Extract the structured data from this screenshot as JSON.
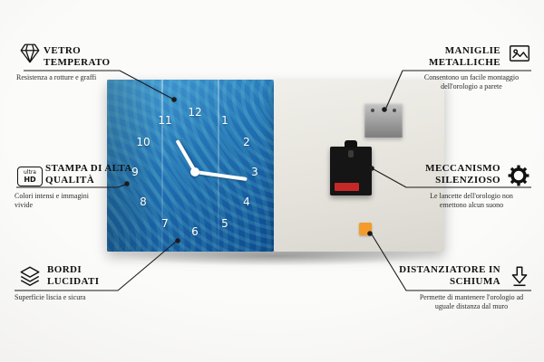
{
  "colors": {
    "clock_blue": "#2272b4",
    "clock_blue_dark": "#0d4a8e",
    "clock_teal_accent": "#35c8c0",
    "numeral_white": "#ffffff",
    "back_panel": "#e9e7e1",
    "metal_plate": "#8f8f8f",
    "mechanism_black": "#151515",
    "battery_red": "#c62828",
    "foam_orange": "#f39c2c",
    "connector_line": "#1b1b1b",
    "background": "#f4f3f1"
  },
  "product": {
    "clock": {
      "numerals": [
        "1",
        "2",
        "3",
        "4",
        "5",
        "6",
        "7",
        "8",
        "9",
        "10",
        "11",
        "12"
      ]
    }
  },
  "callouts": {
    "vetro": {
      "icon": "diamond-icon",
      "title": "VETRO TEMPERATO",
      "subtitle": "Resistenza a rotture e graffi"
    },
    "stampa": {
      "icon": "ultra-hd-icon",
      "badge_top": "ultra",
      "badge_bottom": "HD",
      "title": "STAMPA DI ALTA QUALITÀ",
      "subtitle": "Colori intensi e immagini vivide"
    },
    "bordi": {
      "icon": "layers-icon",
      "title": "BORDI LUCIDATI",
      "subtitle": "Superficie liscia e sicura"
    },
    "maniglie": {
      "icon": "picture-frame-icon",
      "title": "MANIGLIE METALLICHE",
      "subtitle": "Consentono un facile montaggio dell'orologio a parete"
    },
    "meccanismo": {
      "icon": "gear-icon",
      "title": "MECCANISMO SILENZIOSO",
      "subtitle": "Le lancette dell'orologio non emettono alcun suono"
    },
    "distanziatore": {
      "icon": "down-arrow-icon",
      "title": "DISTANZIATORE IN SCHIUMA",
      "subtitle": "Permette di mantenere l'orologio ad uguale distanza dal muro"
    }
  }
}
